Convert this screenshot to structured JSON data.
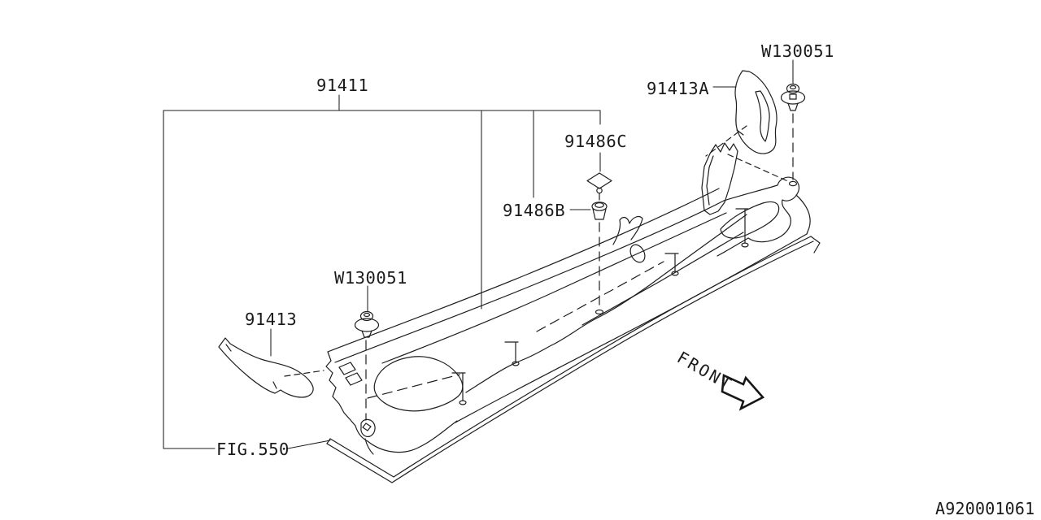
{
  "diagram": {
    "drawing_number": "A920001061",
    "front_label": "FRONT",
    "labels": {
      "main_panel": "91411",
      "side_bracket_left": "91413",
      "side_bracket_right": "91413A",
      "clip_left": "W130051",
      "clip_right": "W130051",
      "retainer": "91486C",
      "grommet": "91486B",
      "ref_figure": "FIG.550"
    },
    "fastener_icons": {
      "clip_left": "push-clip-icon",
      "clip_right": "push-clip-icon",
      "retainer": "diamond-clip-icon",
      "grommet": "grommet-icon",
      "studs": "stud-pin-icon"
    },
    "colors": {
      "line": "#1e1e1e",
      "background": "#ffffff",
      "text": "#1b1b1b"
    }
  }
}
